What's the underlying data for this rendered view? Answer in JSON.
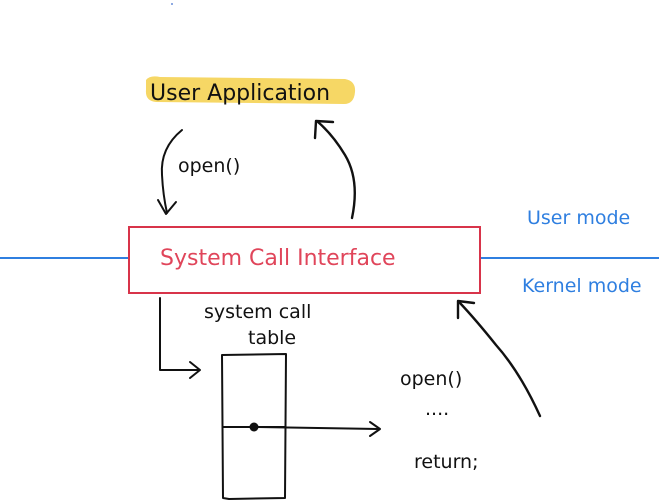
{
  "labels": {
    "user_application": "User Application",
    "open_call": "open()",
    "system_call_interface": "System Call Interface",
    "user_mode": "User mode",
    "kernel_mode": "Kernel mode",
    "system_call_table_line1": "system call",
    "system_call_table_line2": "table",
    "handler_open": "open()",
    "handler_ellipsis": "....",
    "handler_return": "return;"
  },
  "colors": {
    "ink": "#111111",
    "highlight": "#f5d04a",
    "interface_border": "#d8344a",
    "interface_text": "#e0455a",
    "mode_line": "#2f7fe0",
    "mode_text": "#2f7fe0"
  }
}
